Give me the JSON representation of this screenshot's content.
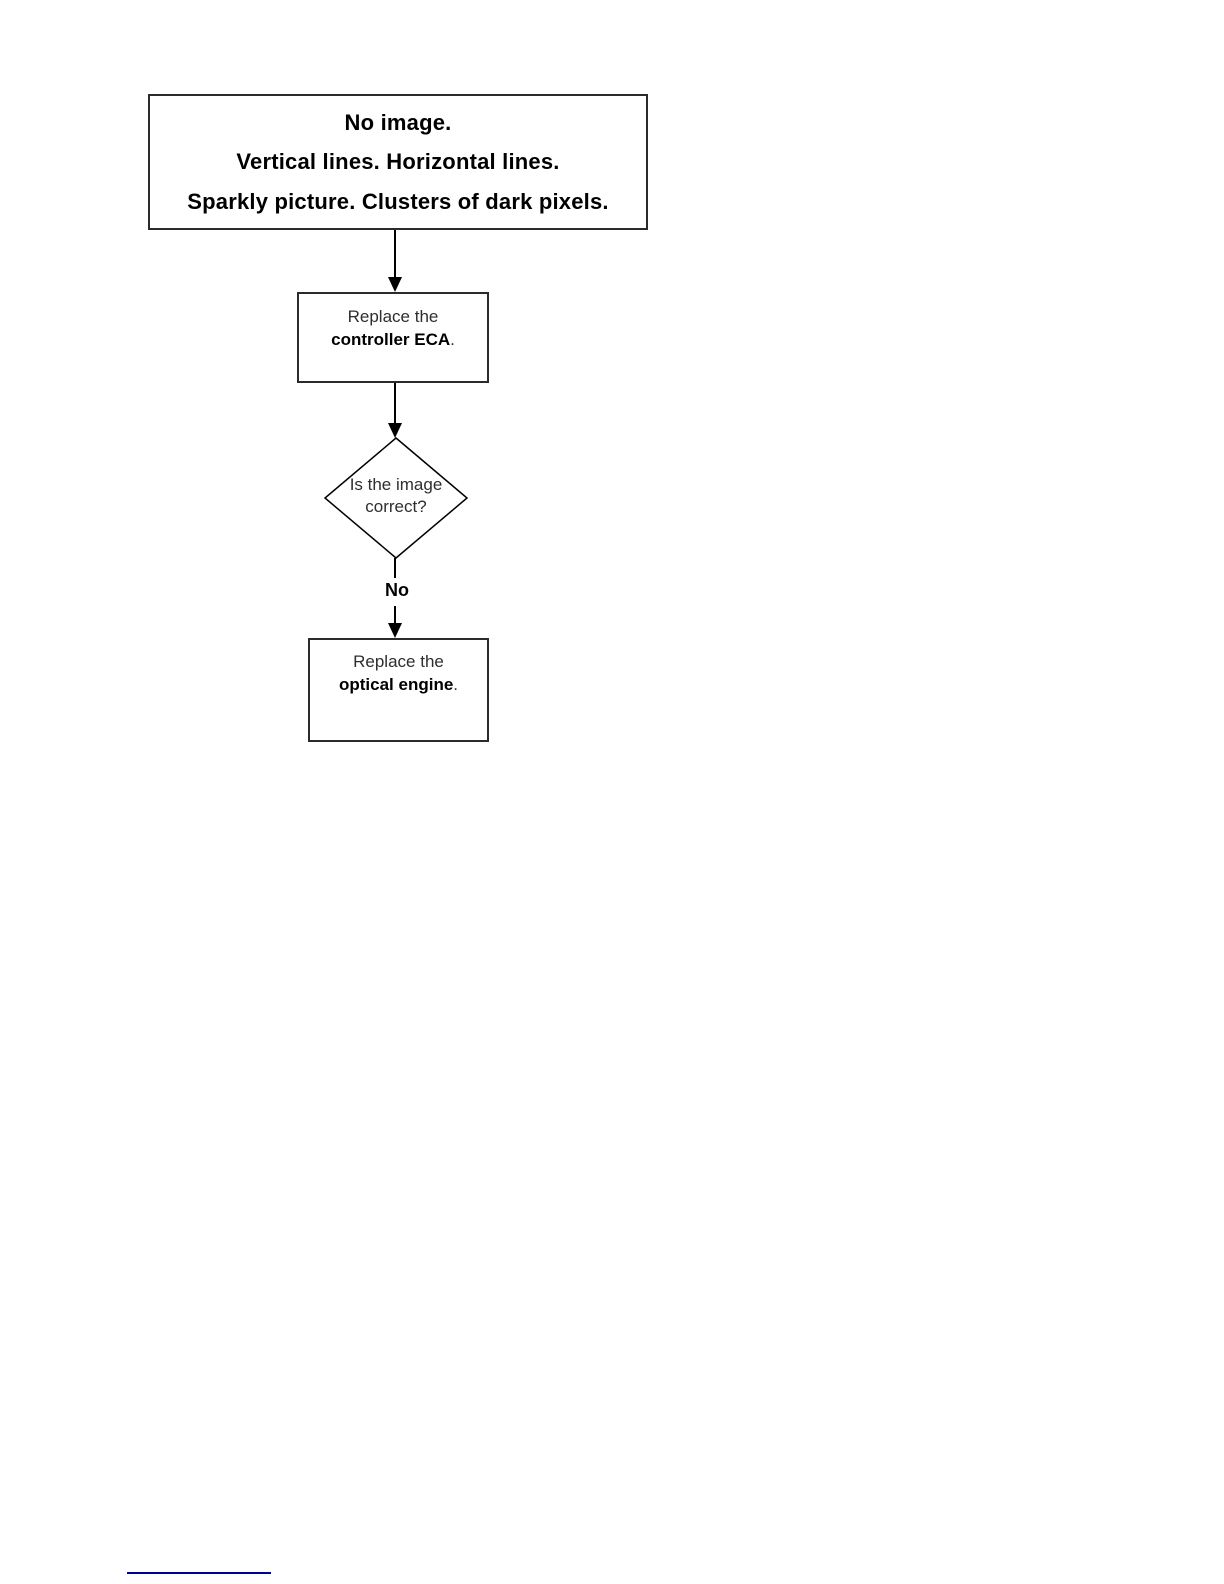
{
  "colors": {
    "ink": "#000000",
    "box_border": "#2b2b2b",
    "background": "#ffffff",
    "footer_rule": "#000099"
  },
  "flowchart": {
    "symptom_box": {
      "lines": [
        "No image.",
        "Vertical lines. Horizontal lines.",
        "Sparkly picture. Clusters of dark pixels."
      ]
    },
    "replace_controller_box": {
      "line1": "Replace the",
      "emphasis": "controller ECA",
      "suffix": "."
    },
    "decision_diamond": {
      "line1": "Is the image",
      "line2": "correct?"
    },
    "no_label": "No",
    "replace_optical_box": {
      "line1": "Replace the",
      "emphasis": "optical engine",
      "suffix": "."
    }
  }
}
